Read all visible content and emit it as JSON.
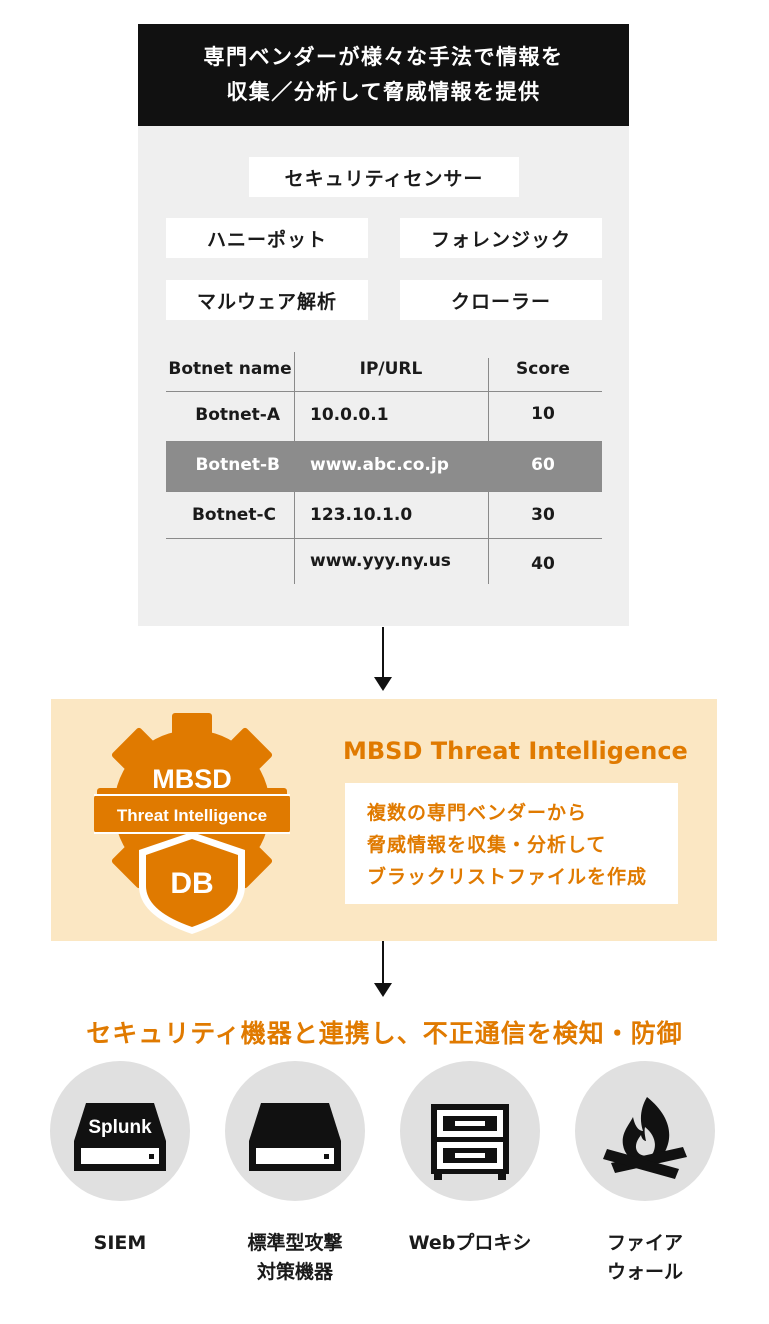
{
  "top_panel": {
    "title_line1": "専門ベンダーが様々な手法で情報を",
    "title_line2": "収集／分析して脅威情報を提供",
    "sources": [
      "セキュリティセンサー",
      "ハニーポット",
      "フォレンジック",
      "マルウェア解析",
      "クローラー"
    ]
  },
  "table": {
    "headers": [
      "Botnet name",
      "IP/URL",
      "Score"
    ],
    "rows": [
      {
        "name": "Botnet-A",
        "ip": "10.0.0.1",
        "score": "10",
        "highlighted": false
      },
      {
        "name": "Botnet-B",
        "ip": "www.abc.co.jp",
        "score": "60",
        "highlighted": true
      },
      {
        "name": "Botnet-C",
        "ip": "123.10.1.0",
        "score": "30",
        "highlighted": false
      },
      {
        "name": "",
        "ip": "www.yyy.ny.us",
        "score": "40",
        "highlighted": false
      }
    ]
  },
  "mbsd": {
    "badge_line1": "MBSD",
    "badge_line2": "Threat Intelligence",
    "shield_text": "DB",
    "title": "MBSD Threat Intelligence",
    "desc_lines": [
      "複数の専門ベンダーから",
      "脅威情報を収集・分析して",
      "ブラックリストファイルを作成"
    ]
  },
  "bottom": {
    "title": "セキュリティ機器と連携し、不正通信を検知・防御",
    "devices": [
      {
        "icon": "siem-server-icon",
        "badge": "Splunk",
        "label_line1": "SIEM",
        "label_line2": ""
      },
      {
        "icon": "server-appliance-icon",
        "label_line1": "標準型攻撃",
        "label_line2": "対策機器"
      },
      {
        "icon": "file-cabinet-icon",
        "label_line1": "Webプロキシ",
        "label_line2": ""
      },
      {
        "icon": "fire-icon",
        "label_line1": "ファイア",
        "label_line2": "ウォール"
      }
    ]
  },
  "colors": {
    "accent_orange": "#e07a00",
    "panel_cream": "#fbe7c3",
    "header_black": "#111111",
    "panel_gray": "#efefef",
    "row_highlight": "#8c8c8c",
    "circle_gray": "#e0e0e0"
  }
}
